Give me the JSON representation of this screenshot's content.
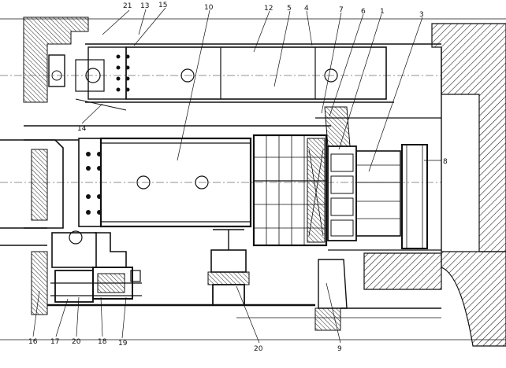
{
  "colors": {
    "ink": "#111111",
    "paper": "#ffffff"
  },
  "callouts": [
    {
      "id": "c21",
      "text": "21"
    },
    {
      "id": "c13",
      "text": "13"
    },
    {
      "id": "c15",
      "text": "15"
    },
    {
      "id": "c10",
      "text": "10"
    },
    {
      "id": "c12",
      "text": "12"
    },
    {
      "id": "c5",
      "text": "5"
    },
    {
      "id": "c4",
      "text": "4"
    },
    {
      "id": "c7",
      "text": "7"
    },
    {
      "id": "c6",
      "text": "6"
    },
    {
      "id": "c1",
      "text": "1"
    },
    {
      "id": "c3",
      "text": "3"
    },
    {
      "id": "c8",
      "text": "8"
    },
    {
      "id": "c14",
      "text": "14"
    },
    {
      "id": "c16",
      "text": "16"
    },
    {
      "id": "c17",
      "text": "17"
    },
    {
      "id": "c20a",
      "text": "20"
    },
    {
      "id": "c18",
      "text": "18"
    },
    {
      "id": "c19",
      "text": "19"
    },
    {
      "id": "c20b",
      "text": "20"
    },
    {
      "id": "c9",
      "text": "9"
    }
  ]
}
